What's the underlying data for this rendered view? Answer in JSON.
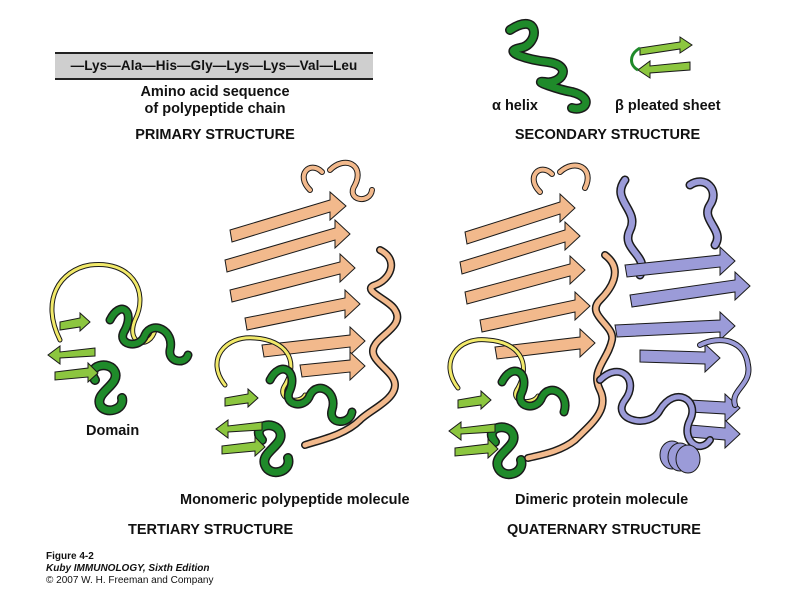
{
  "primary": {
    "sequence": "—Lys—Ala—His—Gly—Lys—Lys—Val—Leu",
    "caption_line1": "Amino acid sequence",
    "caption_line2": "of polypeptide chain",
    "title": "PRIMARY STRUCTURE"
  },
  "secondary": {
    "helix_label": "α helix",
    "sheet_label": "β pleated sheet",
    "title": "SECONDARY STRUCTURE"
  },
  "tertiary": {
    "domain_label": "Domain",
    "molecule_label": "Monomeric polypeptide molecule",
    "title": "TERTIARY STRUCTURE"
  },
  "quaternary": {
    "molecule_label": "Dimeric protein molecule",
    "title": "QUATERNARY STRUCTURE"
  },
  "figure_caption": {
    "figure": "Figure 4-2",
    "book": "Kuby IMMUNOLOGY, Sixth Edition",
    "copyright": "© 2007 W. H. Freeman and Company"
  },
  "colors": {
    "helix_green": "#1f8a2a",
    "sheet_light_green": "#8cc63f",
    "loop_yellow": "#f2ea6a",
    "chain_peach": "#f2b98c",
    "chain_lavender": "#9b9bd8",
    "outline": "#1a1a1a"
  }
}
